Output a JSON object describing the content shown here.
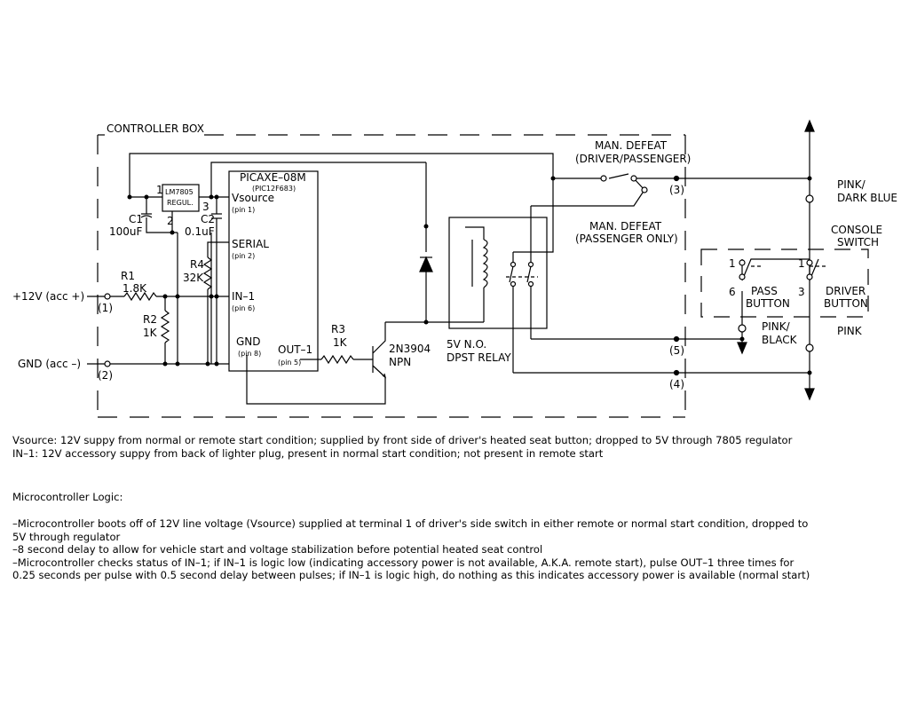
{
  "labels": {
    "controller_box": "CONTROLLER BOX",
    "picaxe": "PICAXE–08M",
    "picaxe_sub": "(PIC12F683)",
    "vsource": "Vsource",
    "pin1": "(pin 1)",
    "serial": "SERIAL",
    "pin2": "(pin 2)",
    "in1": "IN–1",
    "pin6": "(pin 6)",
    "gnd_pin": "GND",
    "pin8": "(pin 8)",
    "out1": "OUT–1",
    "pin5": "(pin 5)",
    "reg_num": "1",
    "reg1": "LM7805",
    "reg2": "REGUL.",
    "reg_pin2": "2",
    "reg_pin3": "3",
    "c1": "C1",
    "c1_val": "100uF",
    "c2": "C2",
    "c2_val": "0.1uF",
    "r1": "R1",
    "r1_val": "1.8K",
    "r2": "R2",
    "r2_val": "1K",
    "r3": "R3",
    "r3_val": "1K",
    "r4": "R4",
    "r4_val": "32K",
    "plus12": "+12V (acc +)",
    "t1": "(1)",
    "gnd_in": "GND (acc –)",
    "t2": "(2)",
    "transistor": "2N3904",
    "npn": "NPN",
    "relay1": "5V N.O.",
    "relay2": "DPST RELAY",
    "md1_a": "MAN. DEFEAT",
    "md1_b": "(DRIVER/PASSENGER)",
    "md2_a": "MAN. DEFEAT",
    "md2_b": "(PASSENGER ONLY)",
    "t3": "(3)",
    "t5": "(5)",
    "t4": "(4)",
    "pink_dark1": "PINK/",
    "pink_dark2": "DARK BLUE",
    "console1": "CONSOLE",
    "console2": "SWITCH",
    "sw1a": "1",
    "sw1b": "1",
    "sw6": "6",
    "sw3": "3",
    "pass1": "PASS",
    "pass2": "BUTTON",
    "driver1": "DRIVER",
    "driver2": "BUTTON",
    "pink_black1": "PINK/",
    "pink_black2": "BLACK",
    "pink": "PINK"
  },
  "notes": {
    "vsource": "Vsource: 12V suppy from normal or remote start condition; supplied by front side of driver's heated seat button; dropped to 5V through 7805 regulator",
    "in1": "IN–1: 12V accessory suppy from back of lighter plug, present in normal start condition; not present in remote start",
    "logic_heading": "Microcontroller Logic:",
    "logic1a": "–Microcontroller boots off of 12V line voltage (Vsource) supplied at terminal 1 of driver's side switch in either remote or normal start condition, dropped to",
    "logic1b": "5V through regulator",
    "logic2": "–8 second delay to allow for vehicle start and voltage stabilization before potential heated seat control",
    "logic3a": "–Microcontroller checks status of IN–1; if IN–1 is logic low (indicating accessory power is not available, A.K.A. remote start), pulse OUT–1 three times for",
    "logic3b": "0.25 seconds per pulse with 0.5 second delay between pulses; if IN–1 is logic high, do nothing as this indicates accessory power is available (normal start)"
  }
}
